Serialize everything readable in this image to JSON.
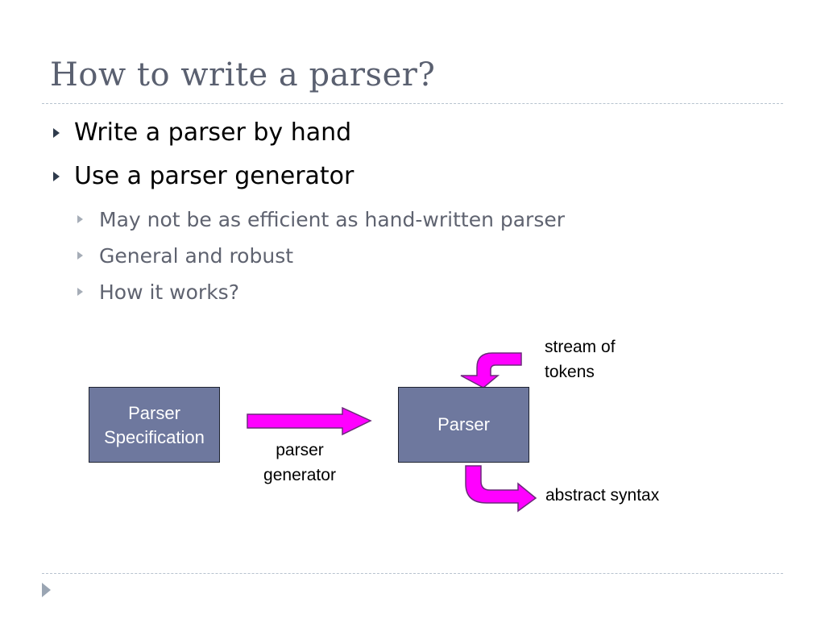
{
  "slide": {
    "title": "How to write a parser?",
    "bullets": [
      {
        "text": "Write a parser by hand",
        "level": 1
      },
      {
        "text": "Use a parser generator",
        "level": 1
      },
      {
        "text": "May not be as efficient as hand-written parser",
        "level": 2
      },
      {
        "text": "General and robust",
        "level": 2
      },
      {
        "text": "How it works?",
        "level": 2
      }
    ]
  },
  "diagram": {
    "box_spec": {
      "line1": "Parser",
      "line2": "Specification"
    },
    "box_parser": {
      "label": "Parser"
    },
    "generator_label": {
      "line1": "parser",
      "line2": "generator"
    },
    "input_label": {
      "line1": "stream of",
      "line2": "tokens"
    },
    "output_label": "abstract syntax",
    "colors": {
      "box_fill": "#6e789e",
      "arrow_fill": "#ff00ff",
      "arrow_stroke": "#6b2a7a"
    }
  }
}
